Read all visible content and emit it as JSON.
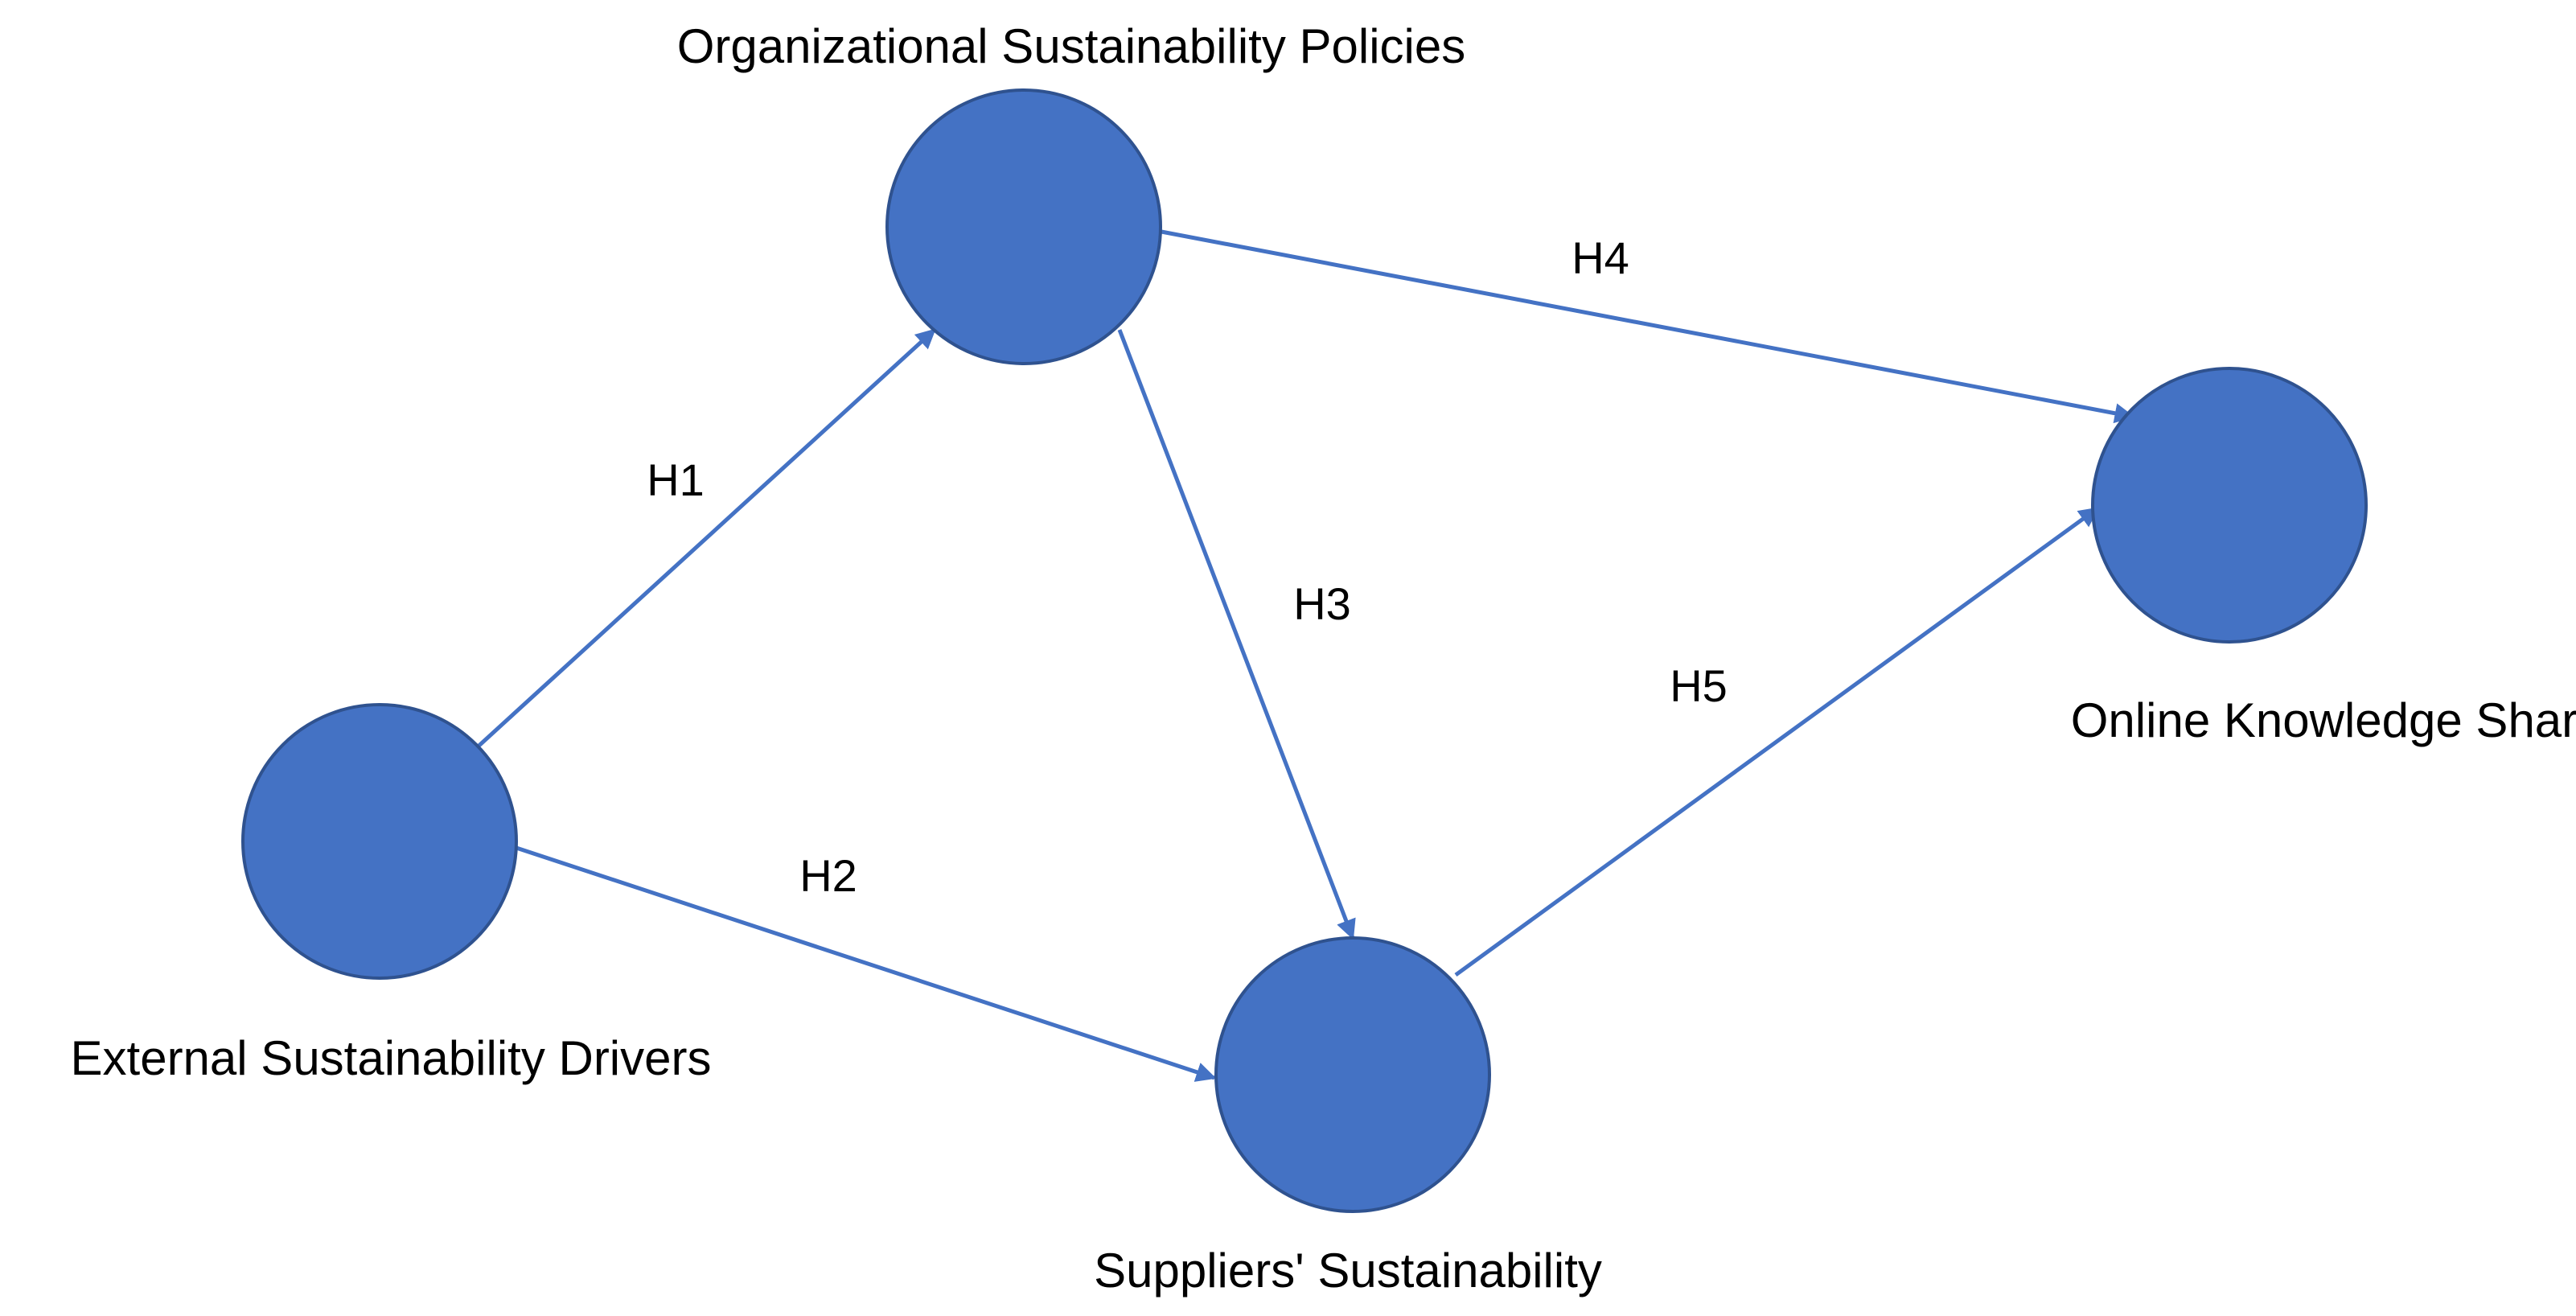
{
  "colors": {
    "node_fill": "#4472C4",
    "node_stroke": "#2F528F",
    "edge": "#4472C4",
    "text": "#000000",
    "background": "#FFFFFF"
  },
  "nodes": [
    {
      "id": "osp",
      "label": "Organizational Sustainability Policies"
    },
    {
      "id": "esd",
      "label": "External Sustainability Drivers"
    },
    {
      "id": "ss",
      "label": "Suppliers' Sustainability"
    },
    {
      "id": "oks",
      "label": "Online Knowledge Sharing"
    }
  ],
  "edges": [
    {
      "id": "h1",
      "from": "esd",
      "to": "osp",
      "label": "H1"
    },
    {
      "id": "h2",
      "from": "esd",
      "to": "ss",
      "label": "H2"
    },
    {
      "id": "h3",
      "from": "osp",
      "to": "ss",
      "label": "H3"
    },
    {
      "id": "h4",
      "from": "osp",
      "to": "oks",
      "label": "H4"
    },
    {
      "id": "h5",
      "from": "ss",
      "to": "oks",
      "label": "H5"
    }
  ]
}
